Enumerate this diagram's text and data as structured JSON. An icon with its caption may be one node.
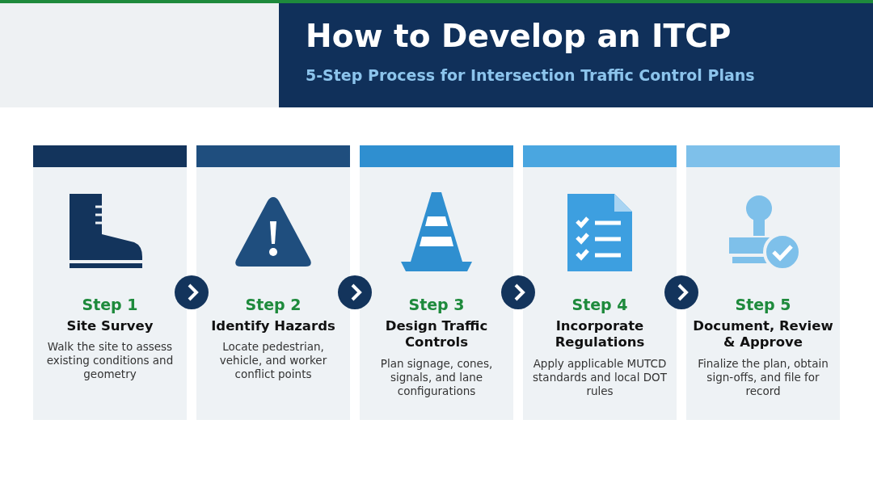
{
  "diagram": {
    "title": "How to Develop an ITCP",
    "nodes": [
      {
        "text": [
          "Step 1",
          "Site Survey",
          "Walk the site to assess existing conditions and geometry"
        ]
      },
      {
        "text": [
          "Step 2",
          "Identify Hazards",
          "Locate pedestrian, vehicle, and worker conflict points"
        ]
      },
      {
        "text": [
          "Step 3",
          "Design Traffic Controls",
          "Plan signage, cones, signals, and lane configurations"
        ]
      },
      {
        "text": [
          "Step 4",
          "Incorporate Regulations",
          "Apply applicable MUTCD standards and local DOT rules"
        ]
      },
      {
        "text": [
          "Step 5",
          "Document, Review & Approve",
          "Finalize the plan, obtain sign-offs, and file for record"
        ]
      }
    ],
    "edges": [
      {
        "from": 0,
        "to": 1,
        "arrow": "to"
      },
      {
        "from": 1,
        "to": 2,
        "arrow": "to"
      },
      {
        "from": 2,
        "to": 3,
        "arrow": "to"
      },
      {
        "from": 3,
        "to": 4,
        "arrow": "to"
      }
    ],
    "labels": [
      "5-Step Process for Intersection Traffic Control Plans"
    ]
  }
}
